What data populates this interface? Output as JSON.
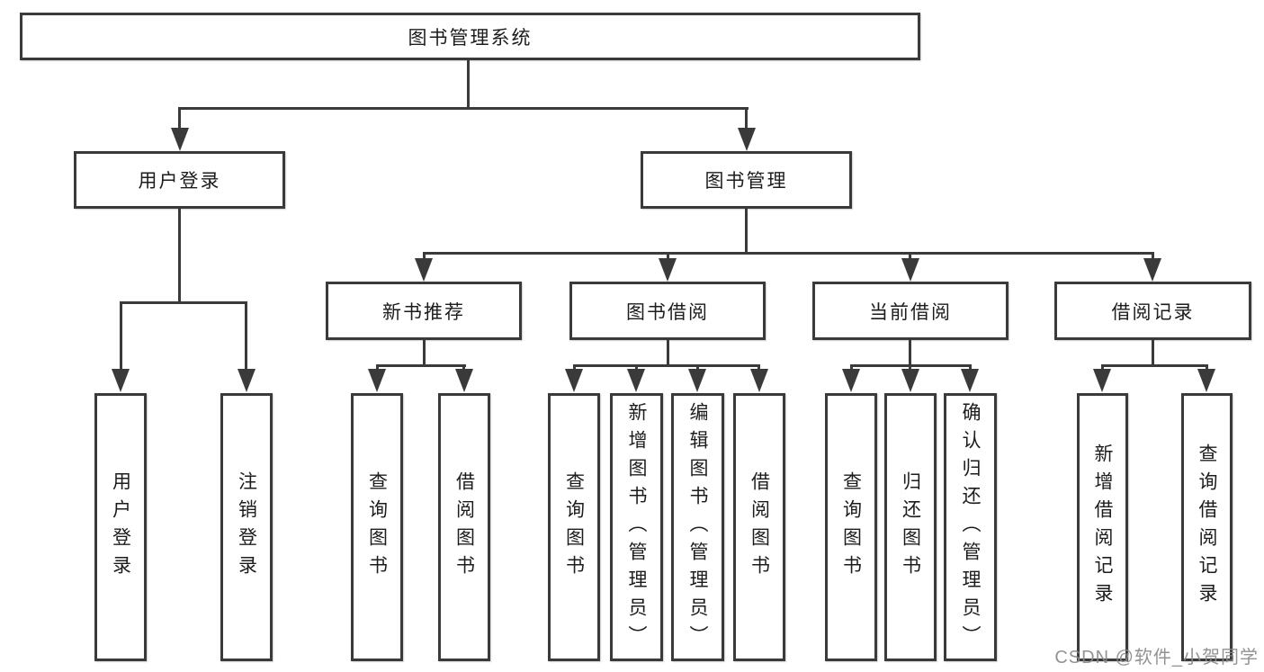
{
  "diagram_title": "图书管理系统",
  "nodes": {
    "root": "图书管理系统",
    "user_login": "用户登录",
    "book_mgmt": "图书管理",
    "new_books": "新书推荐",
    "book_borrow": "图书借阅",
    "current_borrow": "当前借阅",
    "borrow_records": "借阅记录",
    "login_leaf": "用户登录",
    "logout_leaf": "注销登录",
    "nb_query": "查询图书",
    "nb_borrow": "借阅图书",
    "bb_query": "查询图书",
    "bb_add": "新增图书（管理员）",
    "bb_edit": "编辑图书（管理员）",
    "bb_borrow": "借阅图书",
    "cb_query": "查询图书",
    "cb_return": "归还图书",
    "cb_confirm": "确认归还（管理员）",
    "br_add": "新增借阅记录",
    "br_query": "查询借阅记录"
  },
  "watermark": "CSDN @软件_小贺同学",
  "colors": {
    "line": "#3a3a3a",
    "text": "#1c1c1c",
    "background": "#ffffff",
    "watermark": "#8a8a8a"
  }
}
